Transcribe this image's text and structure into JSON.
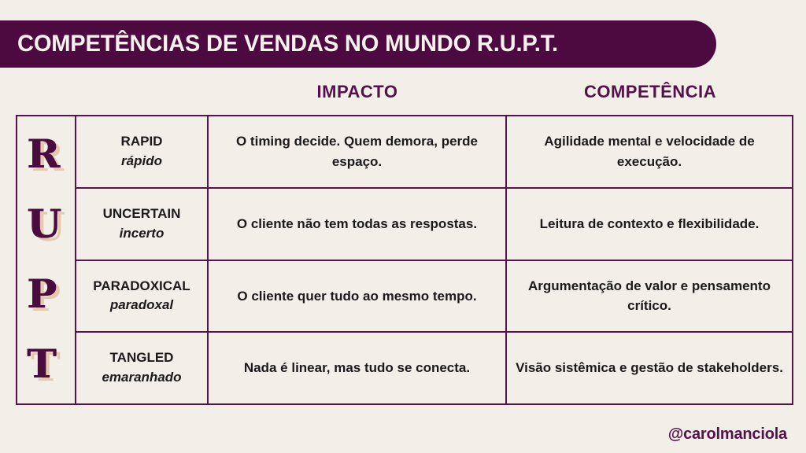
{
  "background_color": "#f2efe9",
  "accent_color": "#4c0a41",
  "header_text_color": "#56104a",
  "banner": {
    "title": "COMPETÊNCIAS DE VENDAS NO MUNDO R.U.P.T."
  },
  "table": {
    "headers": {
      "letters": "",
      "term": "",
      "impact": "IMPACTO",
      "skill": "COMPETÊNCIA"
    },
    "letters": [
      "R",
      "U",
      "P",
      "T"
    ],
    "rows": [
      {
        "letter": "R",
        "term_en": "RAPID",
        "term_pt": "rápido",
        "impact": "O timing decide. Quem demora, perde espaço.",
        "skill": "Agilidade mental e velocidade de execução."
      },
      {
        "letter": "U",
        "term_en": "UNCERTAIN",
        "term_pt": "incerto",
        "impact": "O cliente não tem todas as respostas.",
        "skill": "Leitura de contexto e flexibilidade."
      },
      {
        "letter": "P",
        "term_en": "PARADOXICAL",
        "term_pt": "paradoxal",
        "impact": "O cliente quer tudo ao mesmo tempo.",
        "skill": "Argumentação de valor e pensamento crítico."
      },
      {
        "letter": "T",
        "term_en": "TANGLED",
        "term_pt": "emaranhado",
        "impact": "Nada é linear, mas tudo se conecta.",
        "skill": "Visão sistêmica e gestão de stakeholders."
      }
    ]
  },
  "footer": {
    "handle": "@carolmanciola"
  }
}
